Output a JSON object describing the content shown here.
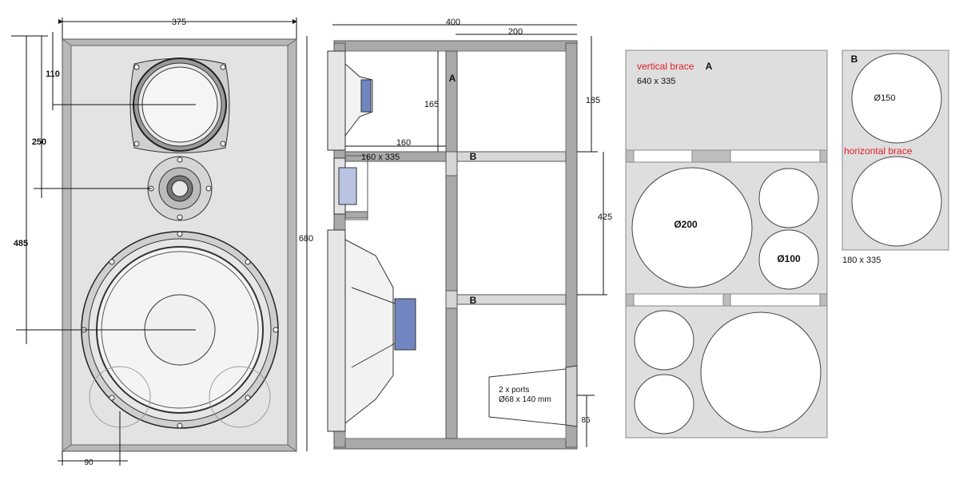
{
  "front": {
    "width_label": "375",
    "height_label": "680",
    "dim_485": "485",
    "dim_250": "250",
    "dim_110": "110",
    "dim_90": "90"
  },
  "side": {
    "width_label": "400",
    "half_label": "200",
    "dim_185": "185",
    "dim_425": "425",
    "dim_165": "165",
    "dim_160": "160",
    "shelf_label": "160 x 335",
    "brace_a": "A",
    "brace_b1": "B",
    "brace_b2": "B",
    "ports_line1": "2 x ports",
    "ports_line2": "Ø68 x 140 mm",
    "dim_85": "85"
  },
  "vertical_brace": {
    "title": "vertical brace",
    "letter": "A",
    "size": "640 x 335",
    "hole_large": "Ø200",
    "hole_small": "Ø100"
  },
  "horizontal_brace": {
    "letter": "B",
    "title": "horizontal brace",
    "size": "180 x 335",
    "hole": "Ø150"
  },
  "colors": {
    "panel": "#e0e0e0",
    "frame": "#b8b8b8",
    "wood": "#a9a9a9",
    "label_red": "#e0202a",
    "magnet_blue": "#6f86c0"
  }
}
